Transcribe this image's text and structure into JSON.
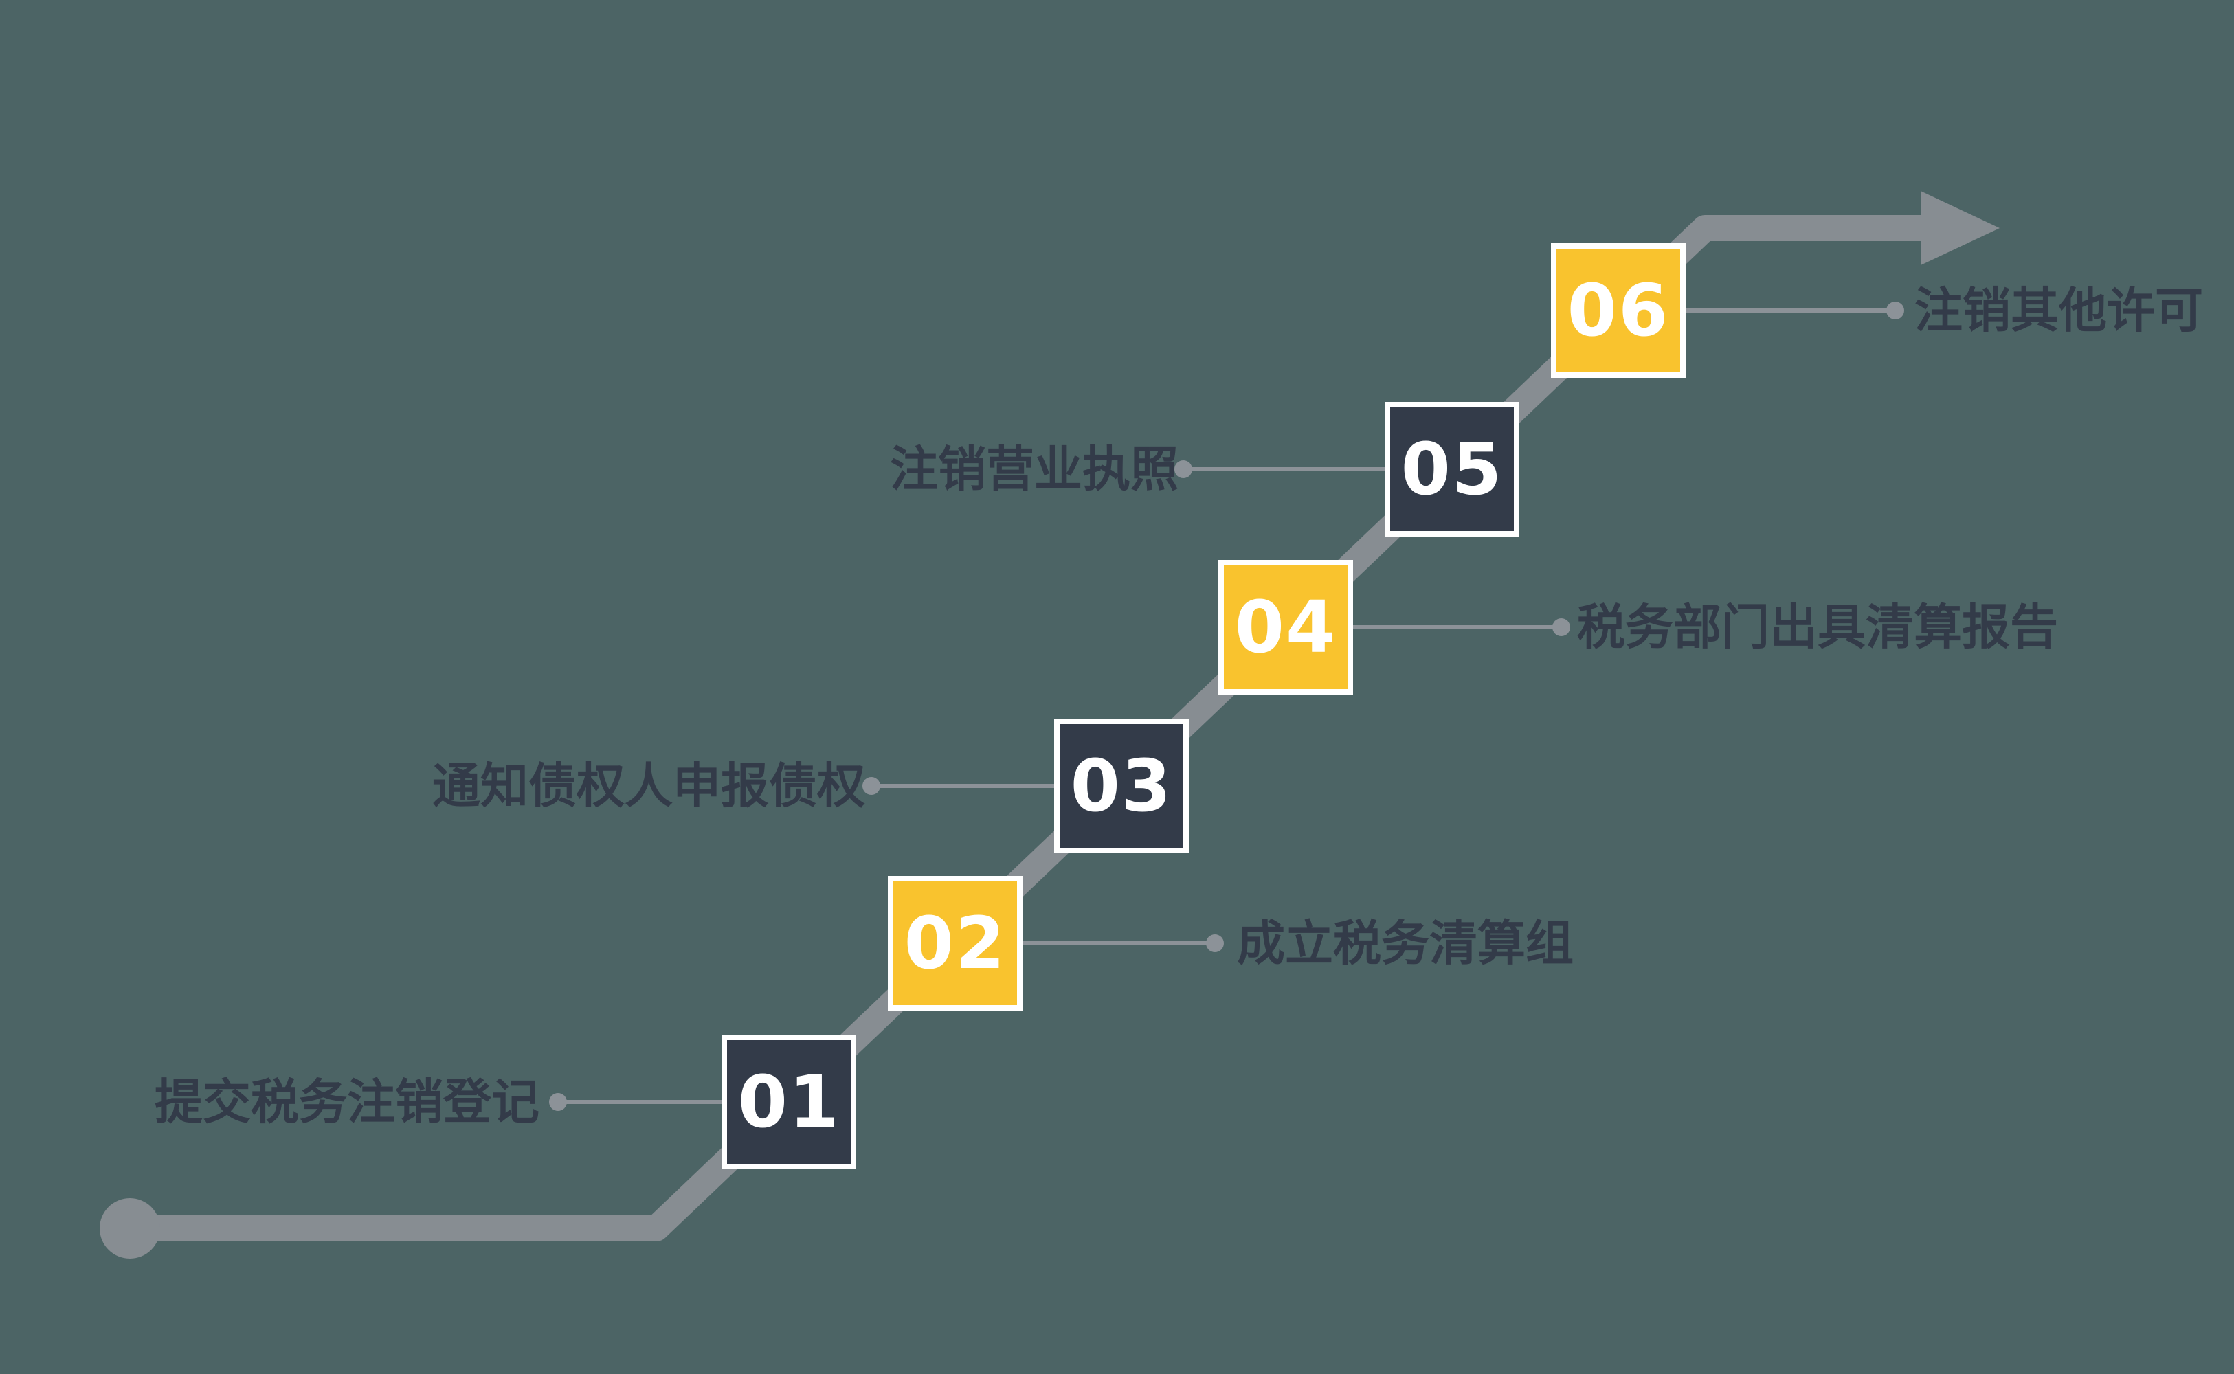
{
  "diagram": {
    "type": "staircase-process-flow",
    "direction": "bottom-left to top-right"
  },
  "steps": [
    {
      "number": "01",
      "label": "提交税务注销登记",
      "box_color": "dark",
      "label_side": "left"
    },
    {
      "number": "02",
      "label": "成立税务清算组",
      "box_color": "yellow",
      "label_side": "right"
    },
    {
      "number": "03",
      "label": "通知债权人申报债权",
      "box_color": "dark",
      "label_side": "left"
    },
    {
      "number": "04",
      "label": "税务部门出具清算报告",
      "box_color": "yellow",
      "label_side": "right"
    },
    {
      "number": "05",
      "label": "注销营业执照",
      "box_color": "dark",
      "label_side": "left"
    },
    {
      "number": "06",
      "label": "注销其他许可",
      "box_color": "yellow",
      "label_side": "right"
    }
  ],
  "colors": {
    "background": "#4c6465",
    "dark_box": "#333b49",
    "yellow_box": "#f9c32e",
    "box_border": "#ffffff",
    "flow_line": "#878d92",
    "connector_line": "#8c9298",
    "label_text": "#333b49",
    "number_text": "#ffffff"
  }
}
